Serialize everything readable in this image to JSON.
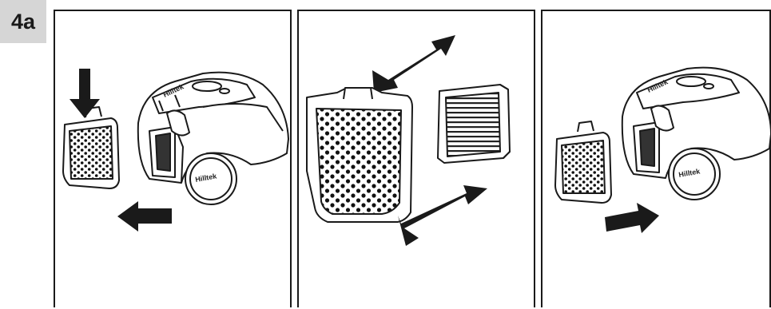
{
  "step_label": "4a",
  "panels": [
    {
      "id": "remove-cover",
      "brand_cover": "Hilltek",
      "brand_top": "Hilltek"
    },
    {
      "id": "separate-filter"
    },
    {
      "id": "reinsert-cover",
      "brand_cover": "Hilltek",
      "brand_top": "Hilltek"
    }
  ],
  "colors": {
    "ink": "#1a1a1a",
    "badge_bg": "#d6d6d6"
  }
}
